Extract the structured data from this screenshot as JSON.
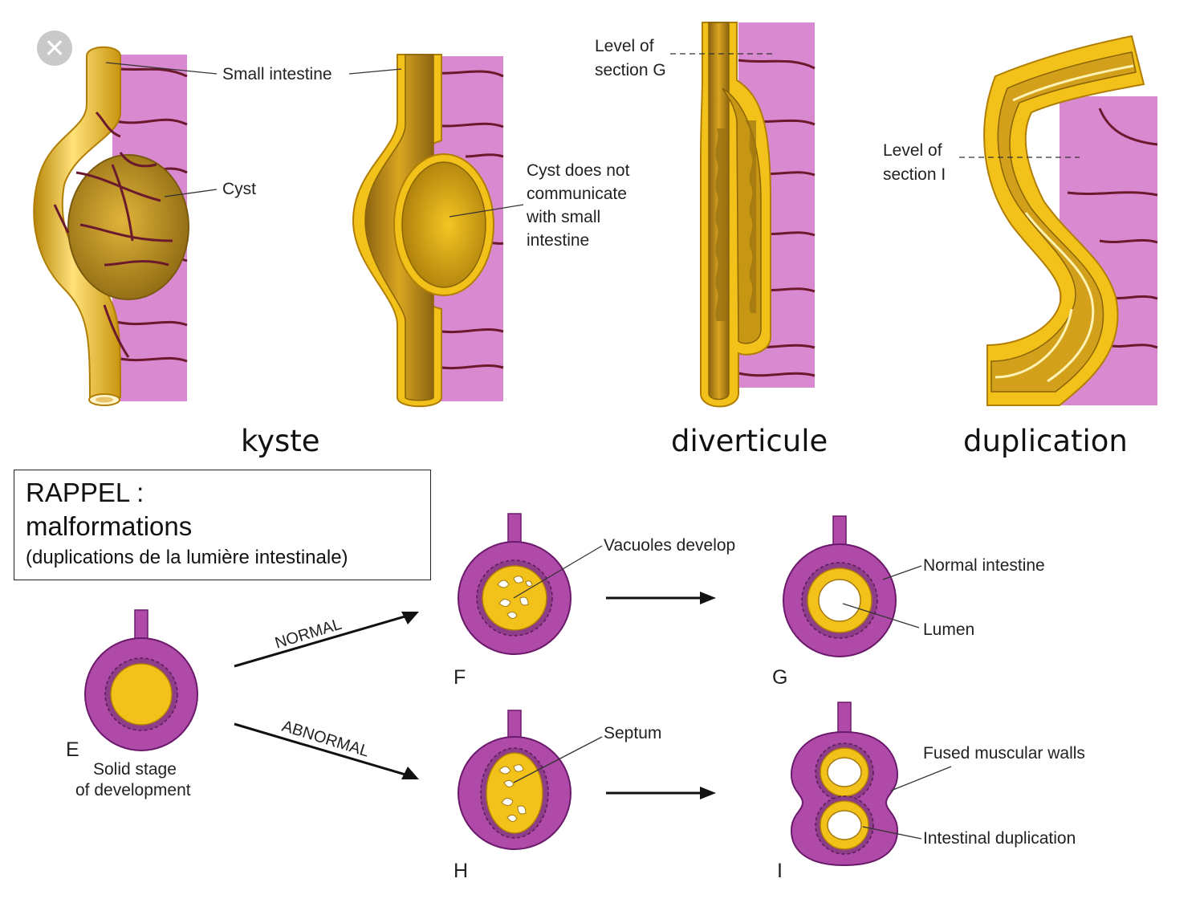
{
  "top": {
    "small_intestine": "Small intestine",
    "cyst": "Cyst",
    "cyst_note": [
      "Cyst does not",
      "communicate",
      "with small",
      "intestine"
    ],
    "level_g": [
      "Level of",
      "section G"
    ],
    "level_i": [
      "Level of",
      "section I"
    ],
    "captions": {
      "kyste": "kyste",
      "diverticule": "diverticule",
      "duplication": "duplication"
    }
  },
  "rappel": {
    "line1": "RAPPEL :",
    "line2": "malformations",
    "line3": "(duplications de la lumière intestinale)"
  },
  "bottom": {
    "letters": {
      "e": "E",
      "f": "F",
      "g": "G",
      "h": "H",
      "i": "I"
    },
    "solid": [
      "Solid stage",
      "of development"
    ],
    "normal": "NORMAL",
    "abnormal": "ABNORMAL",
    "vacuoles": "Vacuoles develop",
    "normal_intestine": "Normal intestine",
    "lumen": "Lumen",
    "septum": "Septum",
    "fused": "Fused muscular walls",
    "duplication": "Intestinal duplication"
  },
  "colors": {
    "mesentery": "#d889cf",
    "intestine": "#f2c21a",
    "purple": "#b04aa8",
    "vessel": "#6b1a2e"
  }
}
